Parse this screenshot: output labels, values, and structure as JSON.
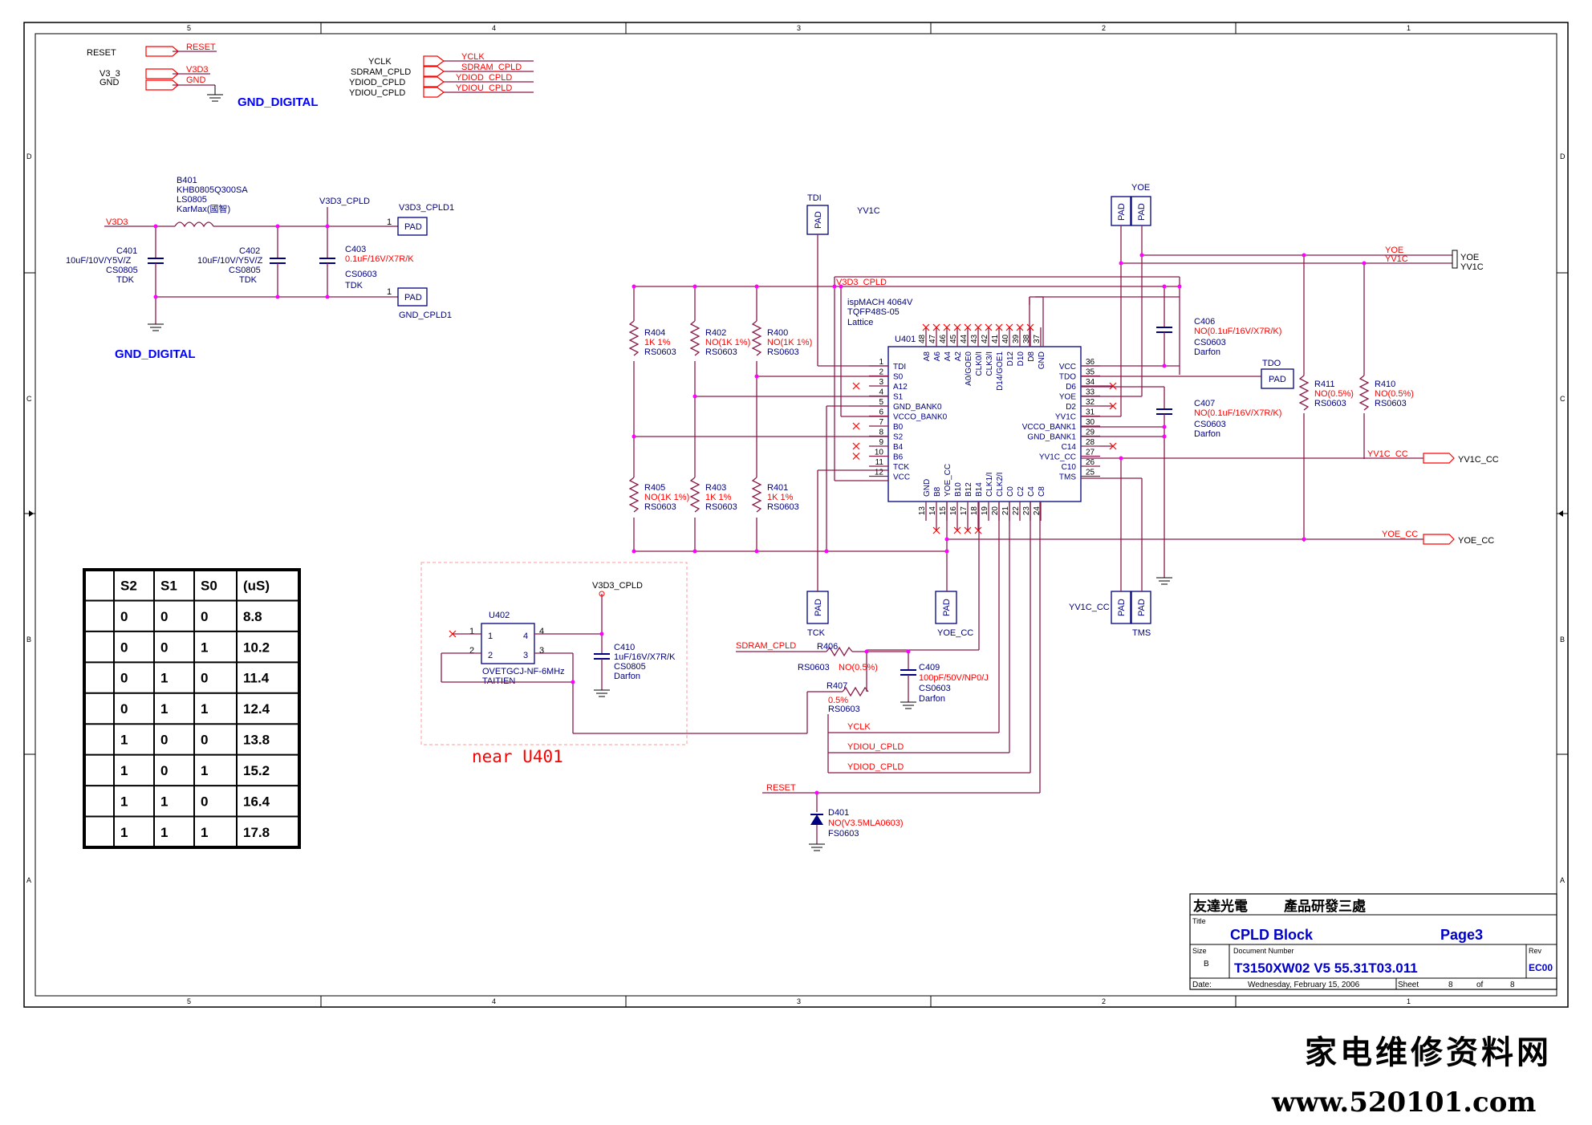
{
  "colors": {
    "wire": "#8b1a4a",
    "net_label": "#ff0000",
    "text": "#000080",
    "junction": "#ff00ff",
    "no_connect": "#ff0000",
    "header_blue": "#0000ff",
    "border": "#000000"
  },
  "border": {
    "columns": [
      "5",
      "4",
      "3",
      "2",
      "1"
    ],
    "rows": [
      "D",
      "C",
      "B",
      "A"
    ]
  },
  "power_ports": {
    "reset_name": "RESET",
    "reset_port": "RESET",
    "v33_name": "V3_3",
    "v33_port": "V3D3",
    "gnd_name": "GND",
    "gnd_port": "GND",
    "gnd_digital": "GND_DIGITAL"
  },
  "clock_ports": {
    "names": [
      "YCLK",
      "SDRAM_CPLD",
      "YDIOD_CPLD",
      "YDIOU_CPLD"
    ]
  },
  "power_filter": {
    "b401": [
      "B401",
      "KHB0805Q300SA",
      "LS0805",
      "KarMax(國智)"
    ],
    "v3d3_label": "V3D3",
    "v3d3_cpld": "V3D3_CPLD",
    "c401": [
      "C401",
      "10uF/10V/Y5V/Z",
      "CS0805",
      "TDK"
    ],
    "c402": [
      "C402",
      "10uF/10V/Y5V/Z",
      "CS0805",
      "TDK"
    ],
    "c403": [
      "C403",
      "0.1uF/16V/X7R/K",
      "CS0603",
      "TDK"
    ],
    "pad1_label": "V3D3_CPLD1",
    "pad2_label": "GND_CPLD1",
    "pad_text": "PAD",
    "pin1": "1",
    "gnd_digital": "GND_DIGITAL"
  },
  "u401": {
    "chip": [
      "ispMACH 4064V",
      "TQFP48S-05",
      "Lattice"
    ],
    "refdes": "U401",
    "left_pins": [
      {
        "num": "1",
        "name": "TDI"
      },
      {
        "num": "2",
        "name": "S0"
      },
      {
        "num": "3",
        "name": "A12"
      },
      {
        "num": "4",
        "name": "S1"
      },
      {
        "num": "5",
        "name": "GND_BANK0"
      },
      {
        "num": "6",
        "name": "VCCO_BANK0"
      },
      {
        "num": "7",
        "name": "B0"
      },
      {
        "num": "8",
        "name": "S2"
      },
      {
        "num": "9",
        "name": "B4"
      },
      {
        "num": "10",
        "name": "B6"
      },
      {
        "num": "11",
        "name": "TCK"
      },
      {
        "num": "12",
        "name": "VCC"
      }
    ],
    "right_pins": [
      {
        "num": "36",
        "name": "VCC"
      },
      {
        "num": "35",
        "name": "TDO"
      },
      {
        "num": "34",
        "name": "D6"
      },
      {
        "num": "33",
        "name": "YOE"
      },
      {
        "num": "32",
        "name": "D2"
      },
      {
        "num": "31",
        "name": "YV1C"
      },
      {
        "num": "30",
        "name": "VCCO_BANK1"
      },
      {
        "num": "29",
        "name": "GND_BANK1"
      },
      {
        "num": "28",
        "name": "C14"
      },
      {
        "num": "27",
        "name": "YV1C_CC"
      },
      {
        "num": "26",
        "name": "C10"
      },
      {
        "num": "25",
        "name": "TMS"
      }
    ],
    "top_pins": [
      {
        "num": "48",
        "name": "A8"
      },
      {
        "num": "47",
        "name": "A6"
      },
      {
        "num": "46",
        "name": "A4"
      },
      {
        "num": "45",
        "name": "A2"
      },
      {
        "num": "44",
        "name": "A0/GOE0"
      },
      {
        "num": "43",
        "name": "CLK0/I"
      },
      {
        "num": "42",
        "name": "CLK3/I"
      },
      {
        "num": "41",
        "name": "D14/GOE1"
      },
      {
        "num": "40",
        "name": "D12"
      },
      {
        "num": "39",
        "name": "D10"
      },
      {
        "num": "38",
        "name": "D8"
      },
      {
        "num": "37",
        "name": "GND"
      }
    ],
    "bottom_pins": [
      {
        "num": "13",
        "name": "GND"
      },
      {
        "num": "14",
        "name": "B8"
      },
      {
        "num": "15",
        "name": "YOE_CC"
      },
      {
        "num": "16",
        "name": "B10"
      },
      {
        "num": "17",
        "name": "B12"
      },
      {
        "num": "18",
        "name": "B14"
      },
      {
        "num": "19",
        "name": "CLK1/I"
      },
      {
        "num": "20",
        "name": "CLK2/I"
      },
      {
        "num": "21",
        "name": "C0"
      },
      {
        "num": "22",
        "name": "C2"
      },
      {
        "num": "23",
        "name": "C4"
      },
      {
        "num": "24",
        "name": "C8"
      }
    ]
  },
  "resistors": {
    "r404": [
      "R404",
      "1K 1%",
      "RS0603"
    ],
    "r402": [
      "R402",
      "NO(1K 1%)",
      "RS0603"
    ],
    "r400": [
      "R400",
      "NO(1K 1%)",
      "RS0603"
    ],
    "r405": [
      "R405",
      "NO(1K 1%)",
      "RS0603"
    ],
    "r403": [
      "R403",
      "1K 1%",
      "RS0603"
    ],
    "r401": [
      "R401",
      "1K 1%",
      "RS0603"
    ],
    "r411": [
      "R411",
      "NO(0.5%)",
      "RS0603"
    ],
    "r410": [
      "R410",
      "NO(0.5%)",
      "RS0603"
    ],
    "r406": [
      "R406",
      "RS0603",
      "NO(0.5%)"
    ],
    "r407": [
      "R407",
      "0.5%",
      "RS0603"
    ]
  },
  "caps": {
    "c406": [
      "C406",
      "NO(0.1uF/16V/X7R/K)",
      "CS0603",
      "Darfon"
    ],
    "c407": [
      "C407",
      "NO(0.1uF/16V/X7R/K)",
      "CS0603",
      "Darfon"
    ],
    "c409": [
      "C409",
      "100pF/50V/NP0/J",
      "CS0603",
      "Darfon"
    ],
    "c410": [
      "C410",
      "1uF/16V/X7R/K",
      "CS0805",
      "Darfon"
    ]
  },
  "pads": {
    "text": "PAD",
    "tdi": "TDI",
    "tdo": "TDO",
    "tck": "TCK",
    "tms": "TMS",
    "yoe_cc": "YOE_CC",
    "yv1c_cc": "YV1C_CC",
    "yv1c": "YV1C",
    "yoe": "YOE"
  },
  "nets": {
    "v3d3_cpld": "V3D3_CPLD",
    "yoe": "YOE",
    "yv1c": "YV1C",
    "yv1c_cc": "YV1C_CC",
    "yoe_cc": "YOE_CC",
    "sdram_cpld": "SDRAM_CPLD",
    "yclk": "YCLK",
    "ydiou_cpld": "YDIOU_CPLD",
    "ydiod_cpld": "YDIOD_CPLD",
    "reset": "RESET"
  },
  "d401": [
    "D401",
    "NO(V3.5MLA0603)",
    "FS0603"
  ],
  "u402": {
    "refdes": "U402",
    "part": "OVETGCJ-NF-6MHz",
    "vendor": "TAITIEN",
    "pins": [
      "1",
      "2",
      "3",
      "4"
    ],
    "near": "near U401",
    "v3d3_cpld": "V3D3_CPLD"
  },
  "truth_table": {
    "headers": [
      "",
      "S2",
      "S1",
      "S0",
      "(uS)"
    ],
    "rows": [
      [
        "0",
        "0",
        "0",
        "8.8"
      ],
      [
        "0",
        "0",
        "1",
        "10.2"
      ],
      [
        "0",
        "1",
        "0",
        "11.4"
      ],
      [
        "0",
        "1",
        "1",
        "12.4"
      ],
      [
        "1",
        "0",
        "0",
        "13.8"
      ],
      [
        "1",
        "0",
        "1",
        "15.2"
      ],
      [
        "1",
        "1",
        "0",
        "16.4"
      ],
      [
        "1",
        "1",
        "1",
        "17.8"
      ]
    ]
  },
  "title_block": {
    "company": "友達光電",
    "dept": "產品研發三處",
    "title_label": "Title",
    "title": "CPLD  Block",
    "page": "Page3",
    "size_label": "Size",
    "size": "B",
    "doc_label": "Document Number",
    "doc": "T3150XW02 V5 55.31T03.011",
    "rev_label": "Rev",
    "rev": "EC00",
    "date_label": "Date:",
    "date": "Wednesday, February 15, 2006",
    "sheet_label": "Sheet",
    "sheet": "8",
    "of_label": "of",
    "of": "8"
  },
  "watermark": {
    "title": "家电维修资料网",
    "url": "www.520101.com"
  }
}
